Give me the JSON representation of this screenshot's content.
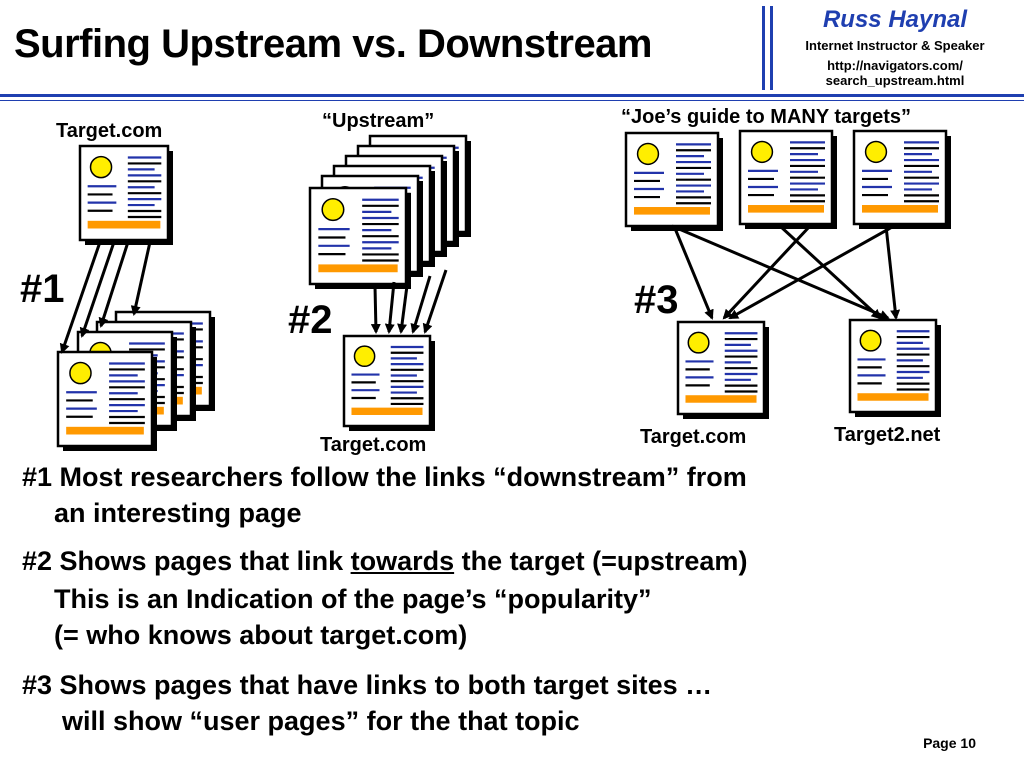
{
  "header": {
    "title": "Surfing Upstream vs. Downstream",
    "author_name": "Russ Haynal",
    "author_role": "Internet Instructor & Speaker",
    "author_url_line1": "http://navigators.com/",
    "author_url_line2": "search_upstream.html"
  },
  "diagram": {
    "group1": {
      "number": "#1",
      "source_label": "Target.com"
    },
    "group2": {
      "number": "#2",
      "heading": "“Upstream”",
      "target_label": "Target.com"
    },
    "group3": {
      "number": "#3",
      "heading": "“Joe’s guide to MANY targets”",
      "target_label_1": "Target.com",
      "target_label_2": "Target2.net"
    }
  },
  "bullets": {
    "b1_line1": "#1  Most researchers follow the links “downstream” from",
    "b1_line2": "an interesting page",
    "b2_prefix": "#2  Shows pages that link ",
    "b2_emphasis": "towards",
    "b2_suffix": " the target (=upstream)",
    "b2_line2": "This is an Indication of the page’s “popularity”",
    "b2_line3": "(= who knows about target.com)",
    "b3_line1": "#3  Shows pages that have links to both target sites …",
    "b3_line2": "will show “user pages” for the that topic"
  },
  "footer": {
    "page": "Page 10"
  },
  "colors": {
    "accent_blue": "#1f3fb0",
    "text_blue": "#2233aa",
    "orange": "#ff9900",
    "yellow": "#ffee00"
  }
}
